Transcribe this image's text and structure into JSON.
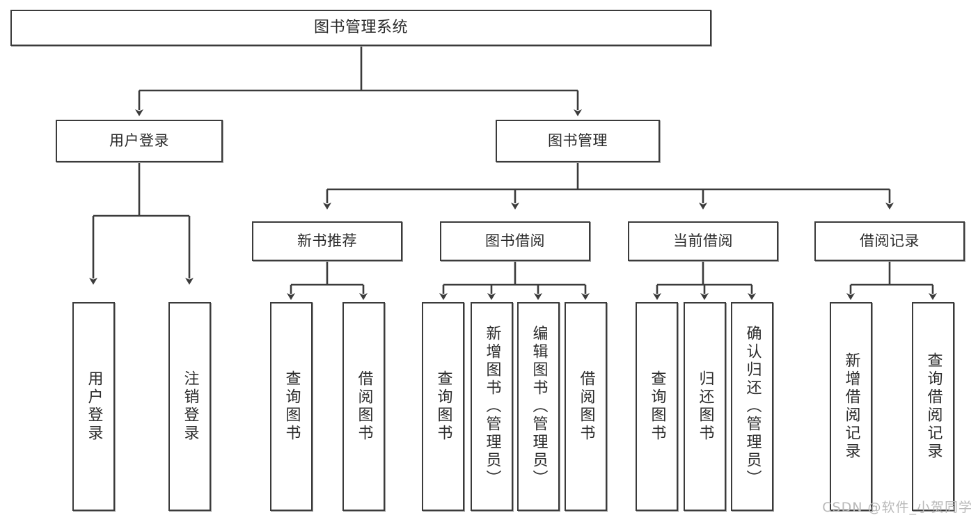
{
  "diagram": {
    "title": "图书管理系统",
    "type": "tree-hierarchy",
    "watermark": "CSDN @软件_小贺同学",
    "colors": {
      "stroke": "#3b3b3b",
      "fill": "#ffffff",
      "text": "#2b2b2b",
      "watermark": "#b9b9b9"
    },
    "root": {
      "label": "图书管理系统"
    },
    "level1": [
      {
        "label": "用户登录"
      },
      {
        "label": "图书管理"
      }
    ],
    "level2": [
      {
        "label": "新书推荐"
      },
      {
        "label": "图书借阅"
      },
      {
        "label": "当前借阅"
      },
      {
        "label": "借阅记录"
      }
    ],
    "leaves": {
      "user_login": [
        {
          "label": "用户登录"
        },
        {
          "label": "注销登录"
        }
      ],
      "new_book_recommend": [
        {
          "label": "查询图书"
        },
        {
          "label": "借阅图书"
        }
      ],
      "book_borrow": [
        {
          "label": "查询图书"
        },
        {
          "label": "新增图书（管理员）"
        },
        {
          "label": "编辑图书（管理员）"
        },
        {
          "label": "借阅图书"
        }
      ],
      "current_borrow": [
        {
          "label": "查询图书"
        },
        {
          "label": "归还图书"
        },
        {
          "label": "确认归还（管理员）"
        }
      ],
      "borrow_record": [
        {
          "label": "新增借阅记录"
        },
        {
          "label": "查询借阅记录"
        }
      ]
    }
  }
}
